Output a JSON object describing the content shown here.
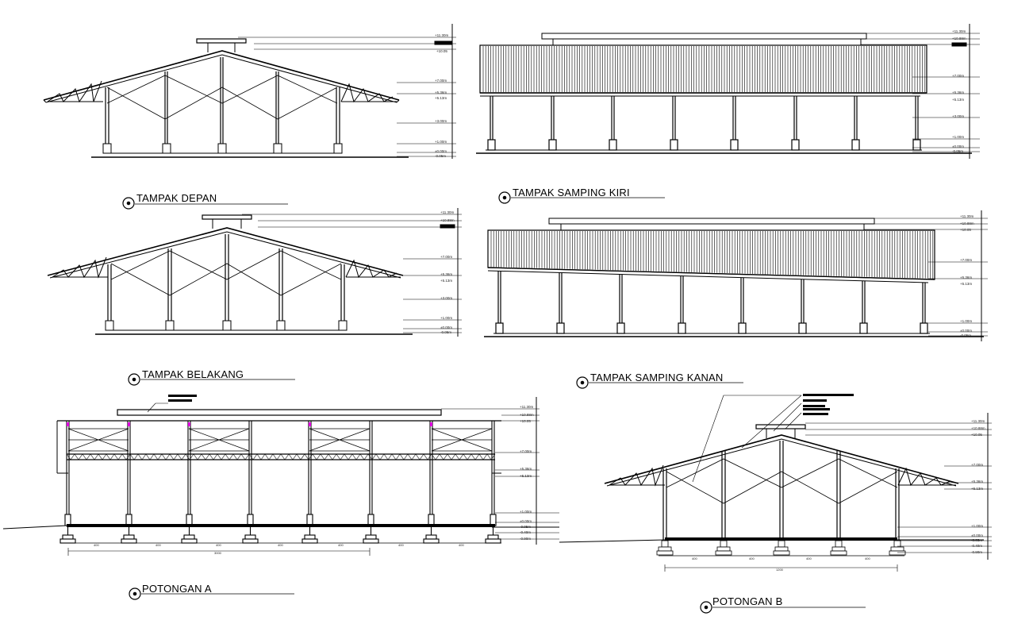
{
  "titles": {
    "front": "TAMPAK DEPAN",
    "left": "TAMPAK SAMPING KIRI",
    "back": "TAMPAK BELAKANG",
    "right": "TAMPAK SAMPING KANAN",
    "sectionA": "POTONGAN A",
    "sectionB": "POTONGAN B"
  },
  "levels": {
    "l1130": "+11.30m",
    "l1088": "+10.88m",
    "l1005": "+10.05",
    "l700": "+7.00m",
    "l536": "+5.36m",
    "l513": "+5.13m",
    "l300": "+3.00m",
    "l100": "+1.00m",
    "l000": "±0.00m",
    "m005": "-0.05m",
    "m040": "-0.40m",
    "m090": "-0.90m"
  },
  "dims": {
    "d400": "400",
    "d3000": "3000",
    "d1200": "1200"
  },
  "colors": {
    "line": "#000000",
    "accent": "#e000e0"
  }
}
